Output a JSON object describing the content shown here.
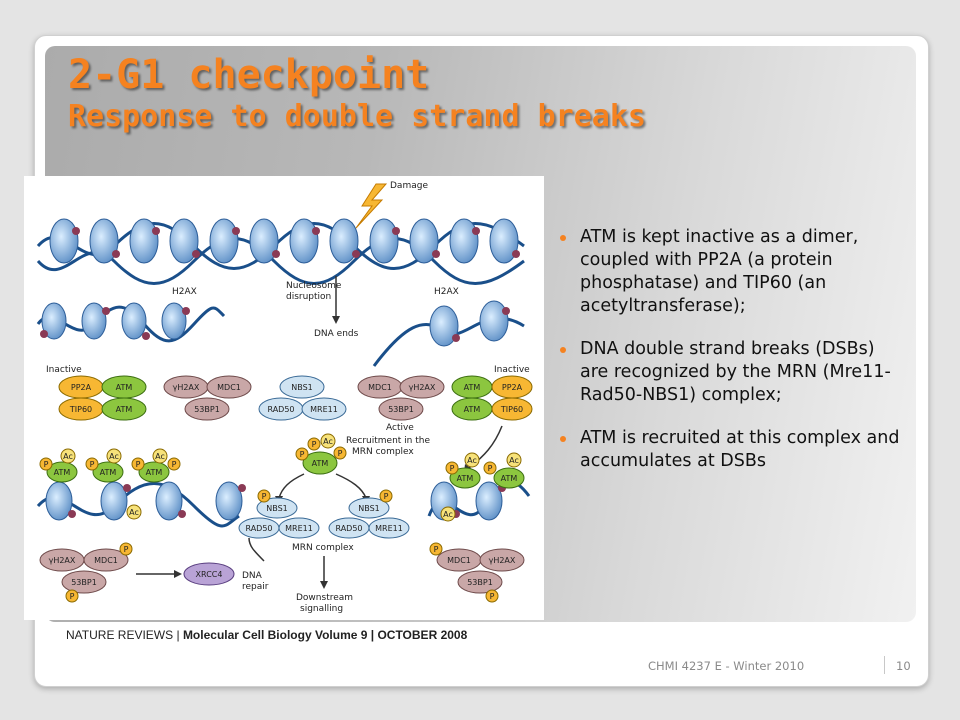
{
  "slide": {
    "title_line1": "2-G1 checkpoint",
    "title_line2": "Response to double strand breaks",
    "bullets": [
      "ATM is kept inactive as a dimer, coupled with PP2A (a protein phosphatase) and TIP60 (an acetyltransferase);",
      "DNA double strand breaks (DSBs) are recognized by the MRN (Mre11-Rad50-NBS1) complex;",
      "ATM is recruited at this complex and accumulates at DSBs"
    ],
    "caption_journal": "NATURE REVIEWS",
    "caption_separator": "|",
    "caption_source": "Molecular Cell Biology Volume 9 | OCTOBER 2008",
    "footer": "CHMI 4237 E - Winter 2010",
    "page_number": "10"
  },
  "figure": {
    "damage": "Damage",
    "h2ax_left": "H2AX",
    "h2ax_right": "H2AX",
    "nucleosome_1": "Nucleosome",
    "nucleosome_2": "disruption",
    "dna_ends": "DNA ends",
    "inactive_left": "Inactive",
    "inactive_right": "Inactive",
    "active": "Active",
    "recruitment_1": "Recruitment in the",
    "recruitment_2": "MRN complex",
    "mrn_complex": "MRN complex",
    "dna_repair_1": "DNA",
    "dna_repair_2": "repair",
    "downstream_1": "Downstream",
    "downstream_2": "signalling",
    "pp2a": "PP2A",
    "atm": "ATM",
    "tip60": "TIP60",
    "yh2ax": "γH2AX",
    "mdc1": "MDC1",
    "bp53": "53BP1",
    "nbs1": "NBS1",
    "rad50": "RAD50",
    "mre11": "MRE11",
    "xrcc4": "XRCC4",
    "ac": "Ac",
    "p": "P"
  },
  "colors": {
    "title": "#f58220",
    "bullet": "#f58220",
    "atm": "#8cc63f",
    "pp2a": "#f7b733",
    "mdc1": "#c9a7a7",
    "mrn": "#cfe3f2",
    "xrcc4": "#b9a3d6"
  }
}
